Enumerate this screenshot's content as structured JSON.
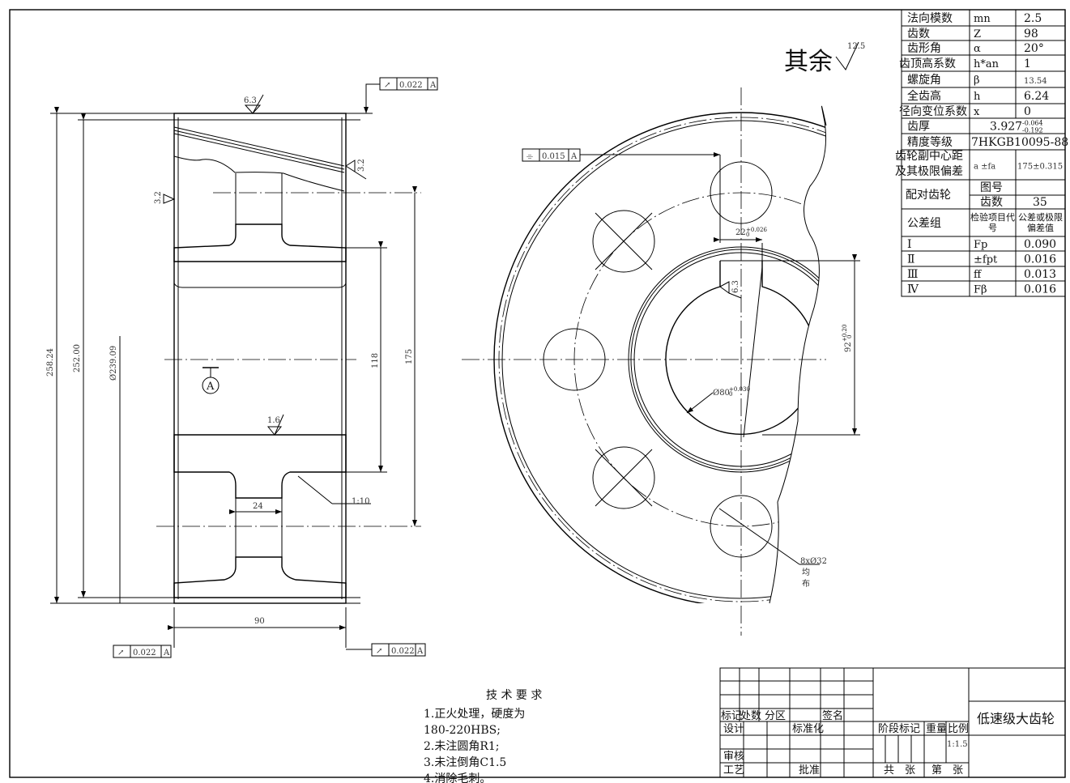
{
  "drawing": {
    "remaining_roughness_label": "其余",
    "remaining_roughness_value": "12.5",
    "left_view": {
      "dims": {
        "d_outer": "258.24",
        "d_pitch": "252.00",
        "d_root": "Ø239.09",
        "d_hub": "118",
        "d_web": "175",
        "width": "90",
        "web_width": "24",
        "taper": "1:10"
      },
      "roughness": [
        "6.3",
        "3.2",
        "3.2",
        "1.6"
      ],
      "datum": "A",
      "runout_top": {
        "symbol": "↗",
        "value": "0.022",
        "datum": "A"
      },
      "runout_bottom_left": {
        "symbol": "↗",
        "value": "0.022",
        "datum": "A"
      },
      "runout_bottom_right": {
        "symbol": "↗",
        "value": "0.022",
        "datum": "A"
      }
    },
    "right_view": {
      "symmetry": {
        "symbol": "⌯",
        "value": "0.015",
        "datum": "A"
      },
      "keyway_width": "22",
      "keyway_width_tol": [
        "+0.026",
        "0"
      ],
      "keyway_depth": "92",
      "keyway_depth_tol": [
        "+0.20",
        "0"
      ],
      "bore": "Ø80",
      "bore_tol": [
        "+0.030",
        "0"
      ],
      "keyway_roughness": "6.3",
      "holes_note": [
        "8xØ32",
        "均",
        "布"
      ]
    }
  },
  "param_table": {
    "rows": [
      {
        "label": "法向模数",
        "symbol": "mn",
        "value": "2.5"
      },
      {
        "label": "齿数",
        "symbol": "Z",
        "value": "98"
      },
      {
        "label": "齿形角",
        "symbol": "α",
        "value": "20°"
      },
      {
        "label": "齿顶高系数",
        "symbol": "h*an",
        "value": "1"
      },
      {
        "label": "螺旋角",
        "symbol": "β",
        "value": "13.54"
      },
      {
        "label": "全齿高",
        "symbol": "h",
        "value": "6.24"
      },
      {
        "label": "径向变位系数",
        "symbol": "x",
        "value": "0"
      },
      {
        "label": "齿厚",
        "symbol": "",
        "value": "3.927",
        "tol_upper": "-0.064",
        "tol_lower": "-0.192"
      },
      {
        "label": "精度等级",
        "value": "7HKGB10095-88"
      },
      {
        "label_line1": "齿轮副中心距",
        "label_line2": "及其极限偏差",
        "symbol": "a ±fa",
        "value": "175±0.315"
      },
      {
        "label": "配对齿轮",
        "sub": [
          {
            "symbol": "图号",
            "value": ""
          },
          {
            "symbol": "齿数",
            "value": "35"
          }
        ]
      },
      {
        "label": "公差组",
        "symbol": "检验项目代号",
        "value": "公差或极限偏差值"
      },
      {
        "label": "Ⅰ",
        "symbol": "Fp",
        "value": "0.090"
      },
      {
        "label": "Ⅱ",
        "symbol": "±fpt",
        "value": "0.016"
      },
      {
        "label": "Ⅲ",
        "symbol": "ff",
        "value": "0.013"
      },
      {
        "label": "Ⅳ",
        "symbol": "Fβ",
        "value": "0.016"
      }
    ]
  },
  "tech_requirements": {
    "title": "技 术 要 求",
    "lines": [
      "1.正火处理，硬度为",
      "180-220HBS;",
      "2.未注圆角R1;",
      "3.未注倒角C1.5",
      "4.消除毛刺。"
    ]
  },
  "title_block": {
    "part_name": "低速级大齿轮",
    "labels": {
      "mark": "标记",
      "count": "处数",
      "zone": "分区",
      "signature": "签名",
      "design": "设计",
      "standardization": "标准化",
      "review": "审核",
      "process": "工艺",
      "approve": "批准",
      "stage_mark": "阶段标记",
      "weight": "重量",
      "scale": "比例",
      "total_sheets": "共　张",
      "sheet_no": "第　张"
    },
    "scale_value": "1:1.5"
  }
}
